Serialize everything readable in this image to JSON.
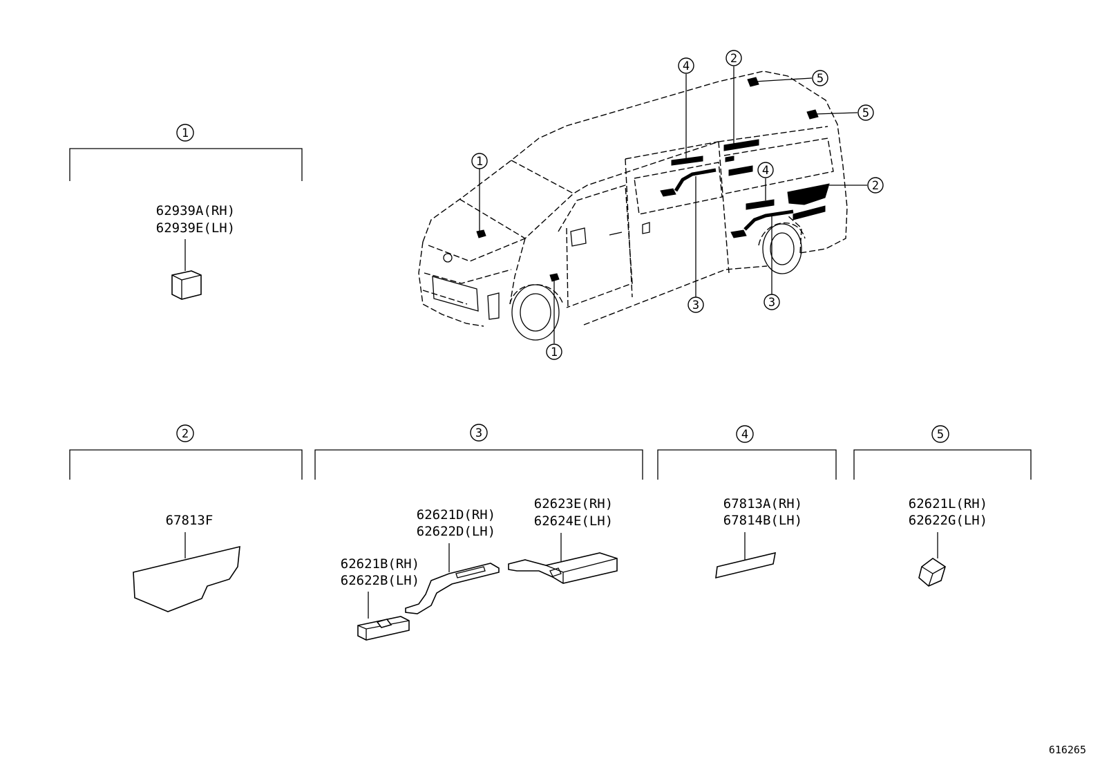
{
  "callouts": [
    "1",
    "2",
    "3",
    "4",
    "5"
  ],
  "groups": [
    {
      "id": "1",
      "parts": [
        "62939A(RH)",
        "62939E(LH)"
      ]
    },
    {
      "id": "2",
      "parts": [
        "67813F"
      ]
    },
    {
      "id": "3",
      "parts": [
        "62621B(RH)",
        "62622B(LH)",
        "62621D(RH)",
        "62622D(LH)",
        "62623E(RH)",
        "62624E(LH)"
      ]
    },
    {
      "id": "4",
      "parts": [
        "67813A(RH)",
        "67814B(LH)"
      ]
    },
    {
      "id": "5",
      "parts": [
        "62621L(RH)",
        "62622G(LH)"
      ]
    }
  ],
  "diagram_ref": "616265"
}
